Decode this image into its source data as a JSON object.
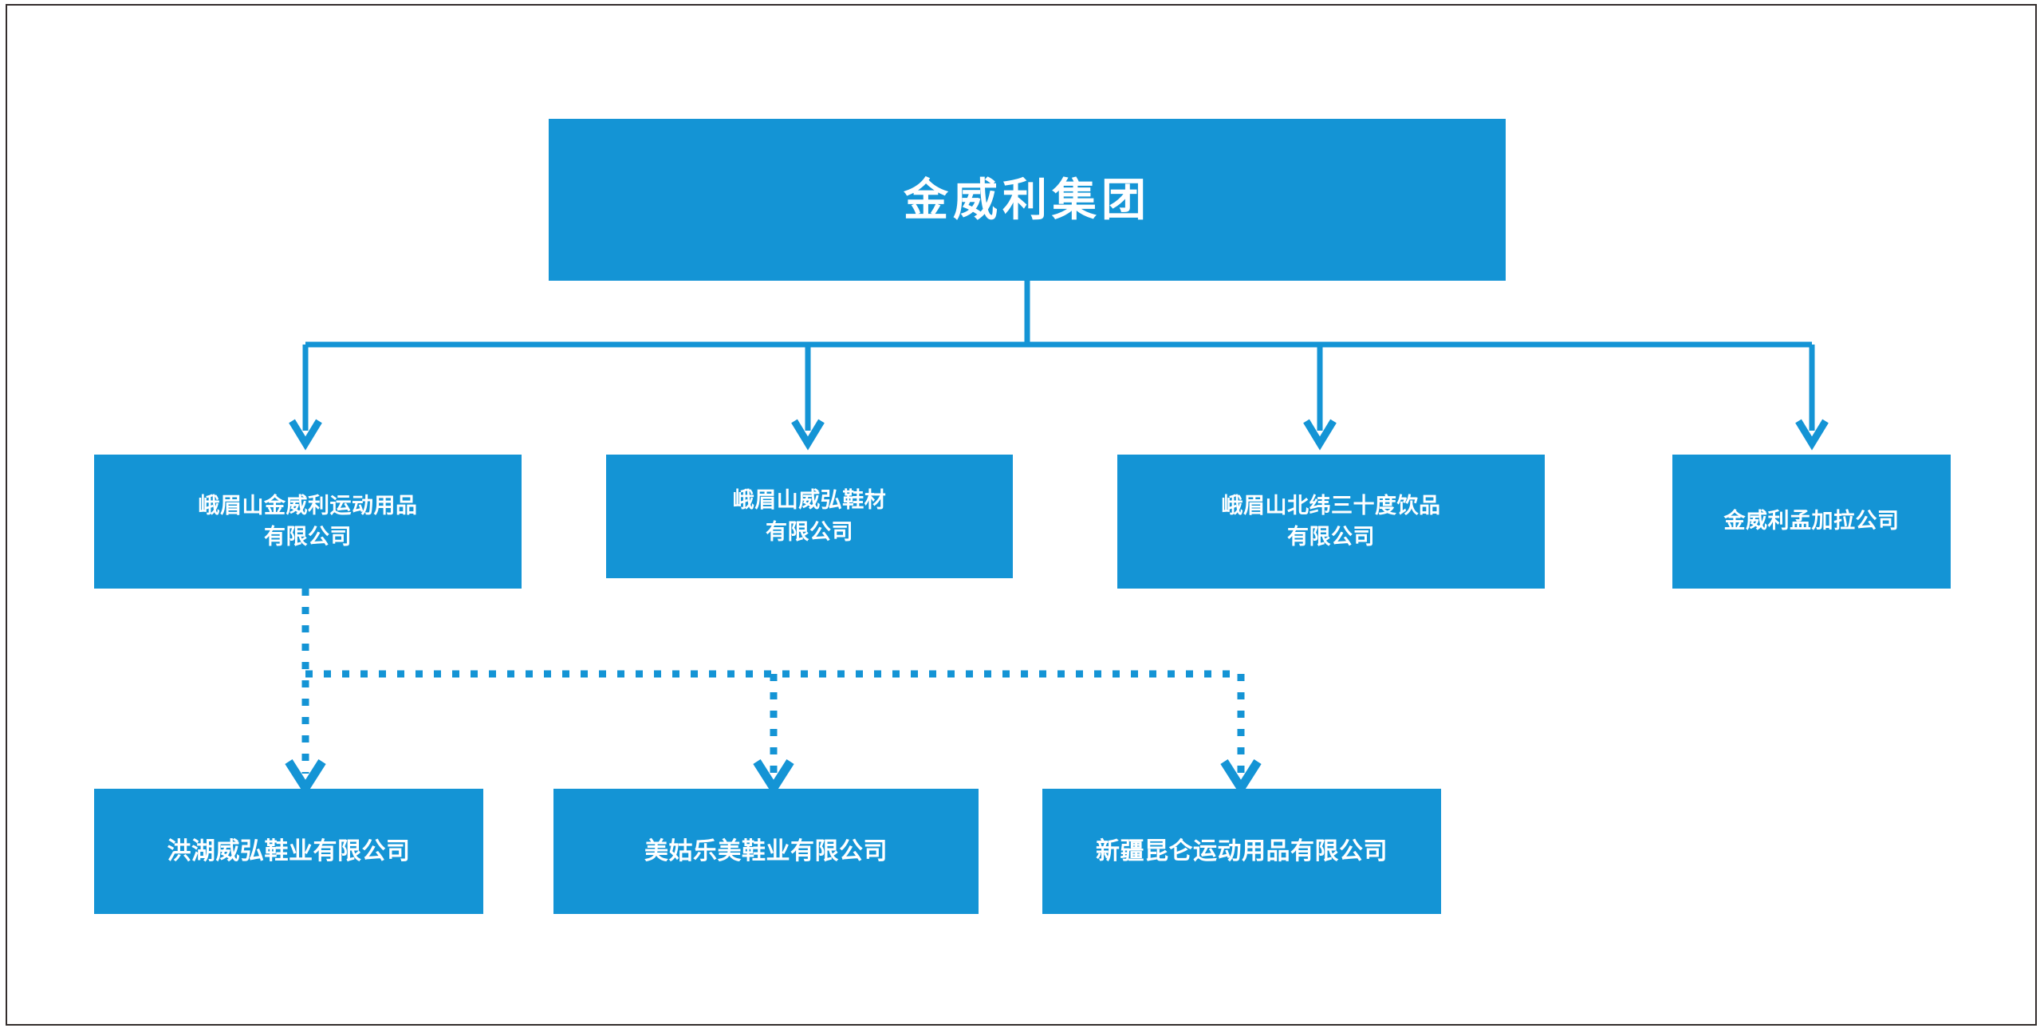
{
  "diagram": {
    "type": "organizational-chart",
    "accent_color": "#1494D5",
    "text_color": "#FFFFFF",
    "background_color": "#FFFFFF",
    "border_color": "#332D2C",
    "root": {
      "label": "金威利集团"
    },
    "level2": [
      {
        "label": "峨眉山金威利运动用品\n有限公司"
      },
      {
        "label": "峨眉山威弘鞋材\n有限公司"
      },
      {
        "label": "峨眉山北纬三十度饮品\n有限公司"
      },
      {
        "label": "金威利孟加拉公司"
      }
    ],
    "level3": [
      {
        "label": "洪湖威弘鞋业有限公司"
      },
      {
        "label": "美姑乐美鞋业有限公司"
      },
      {
        "label": "新疆昆仑运动用品有限公司"
      }
    ],
    "connectors": {
      "root_to_level2_style": "solid",
      "level2_to_level3_style": "dotted",
      "arrowhead": "chevron-down"
    }
  }
}
